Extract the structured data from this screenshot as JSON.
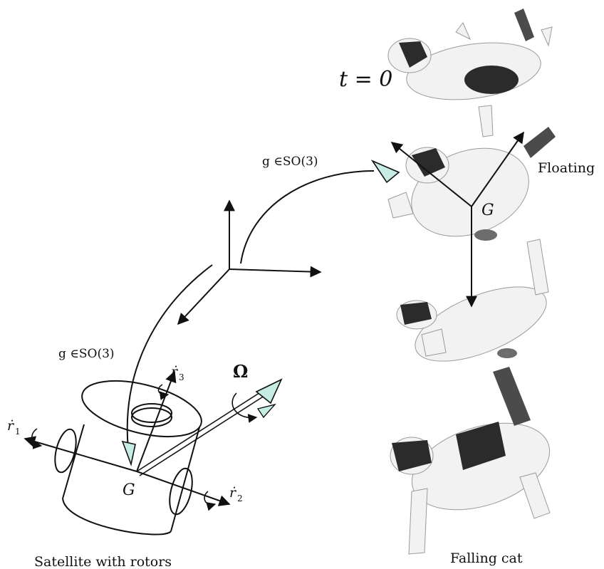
{
  "labels": {
    "t_zero": "t = 0",
    "g_so3_top": "g ∈SO(3)",
    "g_so3_left": "g ∈SO(3)",
    "floating": "Floating",
    "falling_cat": "Falling cat",
    "satellite": "Satellite with rotors",
    "g_cat": "G",
    "g_sat": "G",
    "omega": "Ω",
    "r1": "ṙ",
    "r1_sub": "1",
    "r2": "ṙ",
    "r2_sub": "2",
    "r3": "ṙ",
    "r3_sub": "3"
  },
  "colors": {
    "arrowhead_fill": "#c7ece4",
    "ink": "#111111",
    "cat_fur_dark": "#2b2b2b",
    "cat_fur_light": "#f2f2f2"
  },
  "icons": {
    "cat_photos": "cat-silhouette",
    "rotor_spin": "rotation-arrow-icon"
  }
}
